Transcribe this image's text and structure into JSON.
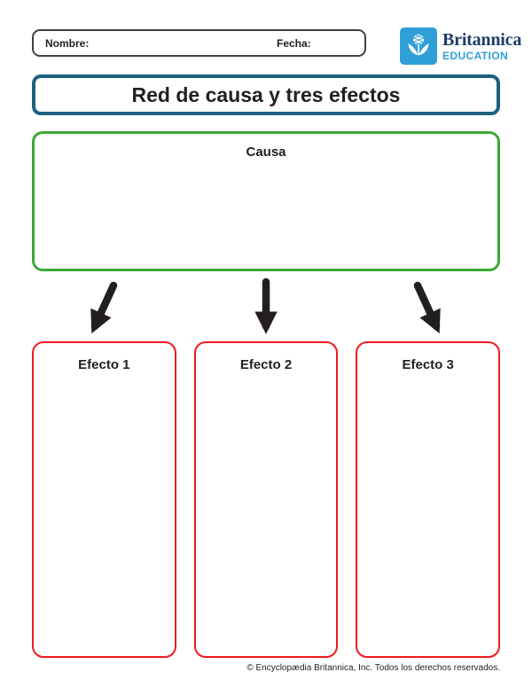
{
  "header": {
    "name_label": "Nombre:",
    "date_label": "Fecha:",
    "logo": {
      "brand": "Britannica",
      "education": "EDUCATION",
      "square_color": "#2f9fd8",
      "brand_color": "#1c3b68",
      "education_color": "#2f9fd8"
    }
  },
  "title": {
    "text": "Red de causa y tres efectos",
    "border_color": "#1d6080"
  },
  "cause": {
    "label": "Causa",
    "border_color": "#3aa935"
  },
  "arrows": {
    "color": "#231f20"
  },
  "effects": {
    "border_color": "#ee1b1e",
    "items": [
      {
        "label": "Efecto 1"
      },
      {
        "label": "Efecto 2"
      },
      {
        "label": "Efecto 3"
      }
    ]
  },
  "footer": {
    "text": "© Encyclopædia Britannica, Inc. Todos los derechos reservados."
  }
}
